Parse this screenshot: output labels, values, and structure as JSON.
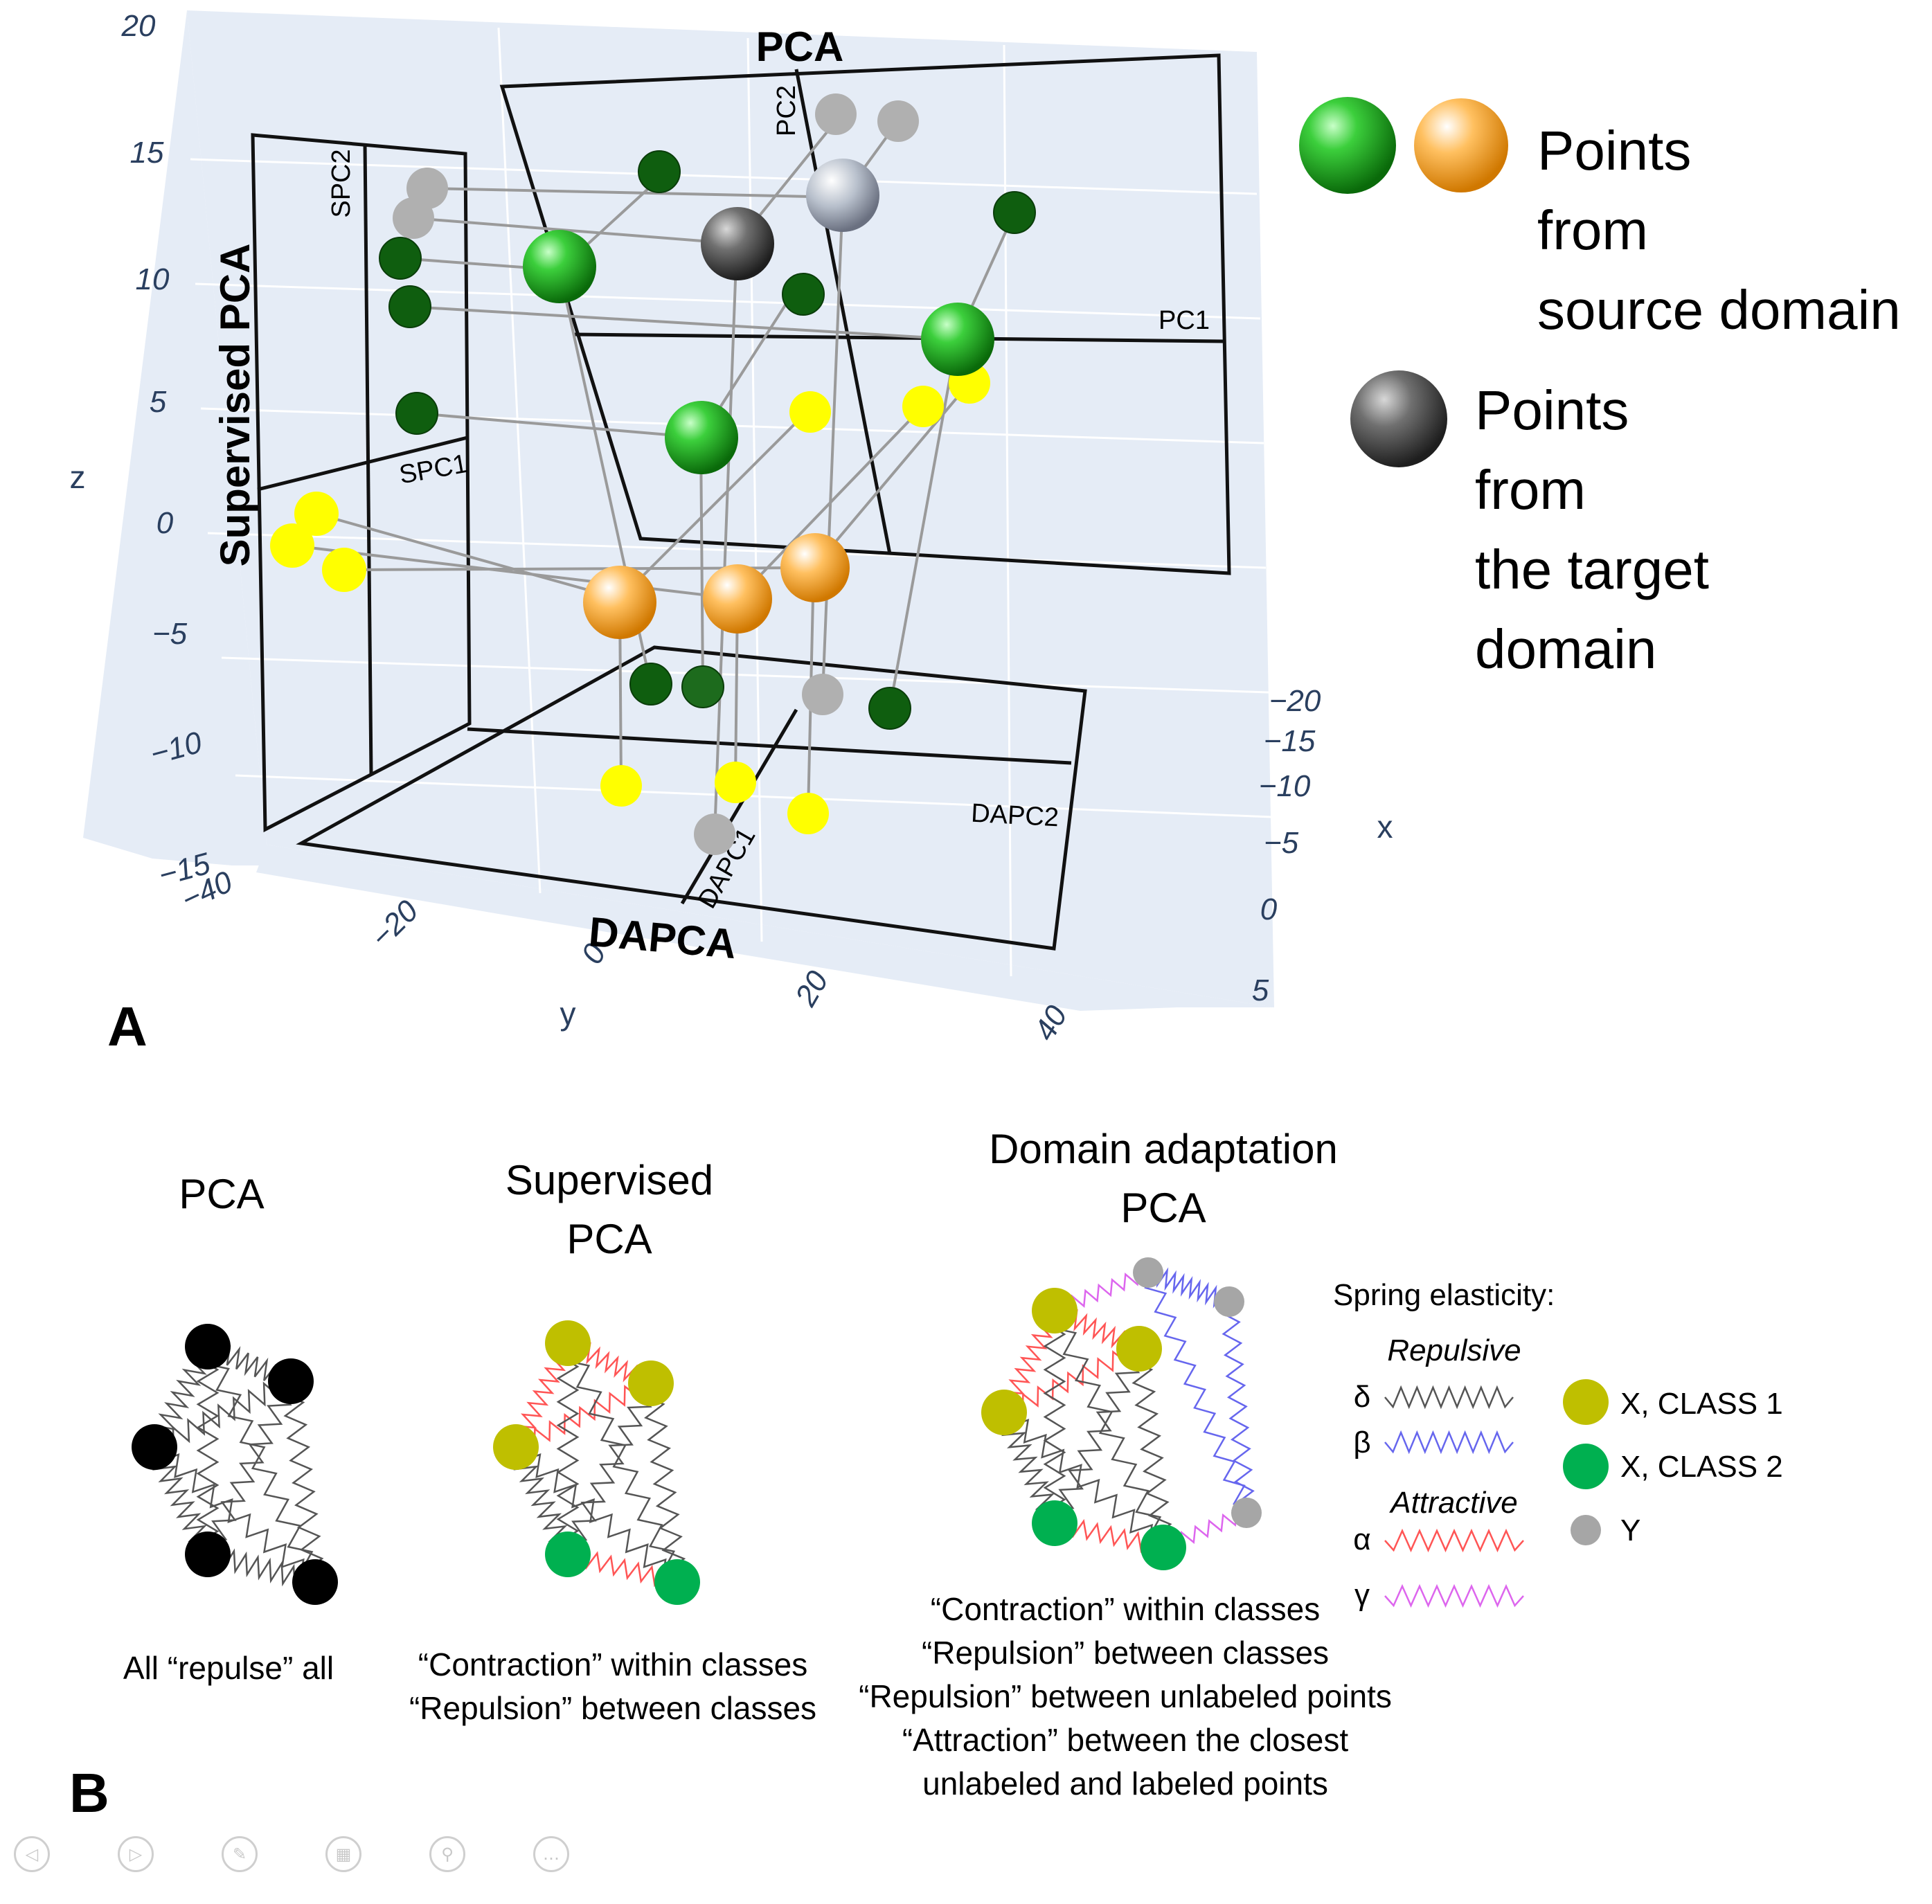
{
  "panel_a": {
    "letter": "A",
    "plane_titles": {
      "pca": "PCA",
      "spca": "Supervised PCA",
      "dapca": "DAPCA"
    },
    "pc_labels": {
      "pc1": "PC1",
      "pc2": "PC2",
      "spc1": "SPC1",
      "spc2": "SPC2",
      "dapc1": "DAPC1",
      "dapc2": "DAPC2"
    },
    "axes": {
      "z": {
        "name": "z",
        "ticks": [
          "20",
          "15",
          "10",
          "5",
          "0",
          "−5",
          "−10",
          "−15"
        ]
      },
      "y": {
        "name": "y",
        "ticks": [
          "−40",
          "−20",
          "0",
          "20",
          "40"
        ]
      },
      "x": {
        "name": "x",
        "ticks": [
          "−20",
          "−15",
          "−10",
          "−5",
          "0",
          "5"
        ]
      }
    },
    "legend": {
      "source_lines": [
        "Points",
        "from",
        "source domain"
      ],
      "target_lines": [
        "Points",
        "from",
        "the target",
        "domain"
      ]
    },
    "colors": {
      "class1": "#ffff00",
      "class2": "#0f5e0f",
      "target": "#b0b0b0",
      "pane": "#e5ecf6"
    }
  },
  "panel_b": {
    "letter": "B",
    "pca": {
      "heading": [
        "PCA"
      ],
      "caption": [
        "All “repulse” all"
      ]
    },
    "spca": {
      "heading": [
        "Supervised",
        "PCA"
      ],
      "caption": [
        "“Contraction” within classes",
        "“Repulsion” between classes"
      ]
    },
    "dapca": {
      "heading": [
        "Domain adaptation",
        "PCA"
      ],
      "caption": [
        "“Contraction” within classes",
        "“Repulsion” between classes",
        "“Repulsion” between unlabeled points",
        "“Attraction” between the closest",
        "unlabeled and labeled points"
      ]
    },
    "spring_key": {
      "title": "Spring elasticity:",
      "repulsive": "Repulsive",
      "attractive": "Attractive",
      "symbols": [
        "δ",
        "β",
        "α",
        "γ"
      ],
      "spring_colors": [
        "#555555",
        "#6666ee",
        "#ff5555",
        "#dd66ee"
      ]
    },
    "point_key": [
      {
        "label": "X, CLASS 1",
        "color": "#bfbf00"
      },
      {
        "label": "X, CLASS 2",
        "color": "#00b050"
      },
      {
        "label": "Y",
        "color": "#a6a6a6"
      }
    ]
  },
  "controls": [
    "previous-icon",
    "next-icon",
    "pen-icon",
    "slides-icon",
    "zoom-icon",
    "more-icon"
  ]
}
